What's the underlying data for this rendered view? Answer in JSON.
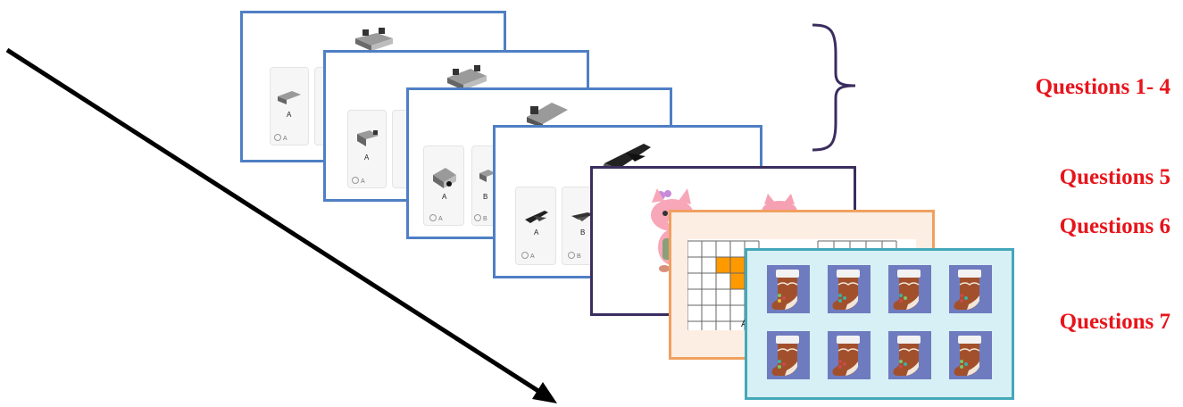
{
  "labels": {
    "q1_4": "Questions 1- 4",
    "q5": "Questions 5",
    "q6": "Questions 6",
    "q7": "Questions 7"
  },
  "options": {
    "a": "A",
    "b": "B"
  },
  "colors": {
    "blue_frame": "#4f7fc4",
    "purple_frame": "#3b2d5e",
    "orange_frame": "#f0a060",
    "teal_frame": "#44a8b8",
    "label_red": "#e8141b",
    "grid_fill": "#ff9900",
    "tile_bg": "#6f7bbf"
  }
}
